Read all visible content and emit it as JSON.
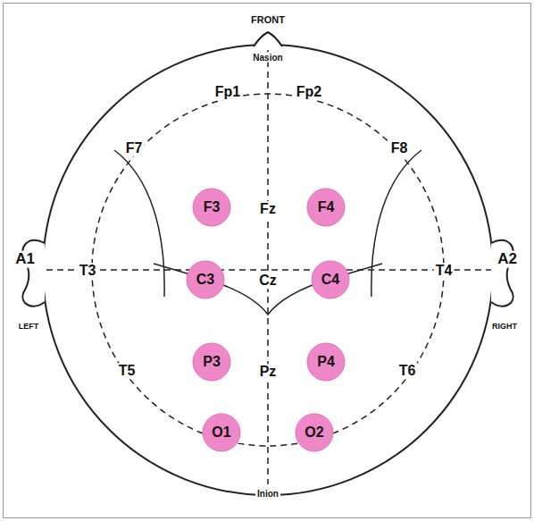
{
  "diagram": {
    "nodes": [
      {
        "text": [
          "F3"
        ]
      },
      {
        "text": [
          "F4"
        ]
      },
      {
        "text": [
          "C3"
        ]
      },
      {
        "text": [
          "C4"
        ]
      },
      {
        "text": [
          "P3"
        ]
      },
      {
        "text": [
          "P4"
        ]
      },
      {
        "text": [
          "O1"
        ]
      },
      {
        "text": [
          "O2"
        ]
      }
    ],
    "labels": [
      "FRONT",
      "Nasion",
      "Fp1",
      "Fp2",
      "F7",
      "Fz",
      "F8",
      "A1",
      "T3",
      "Cz",
      "T4",
      "A2",
      "LEFT",
      "RIGHT",
      "T5",
      "Pz",
      "T6",
      "Inion"
    ]
  }
}
